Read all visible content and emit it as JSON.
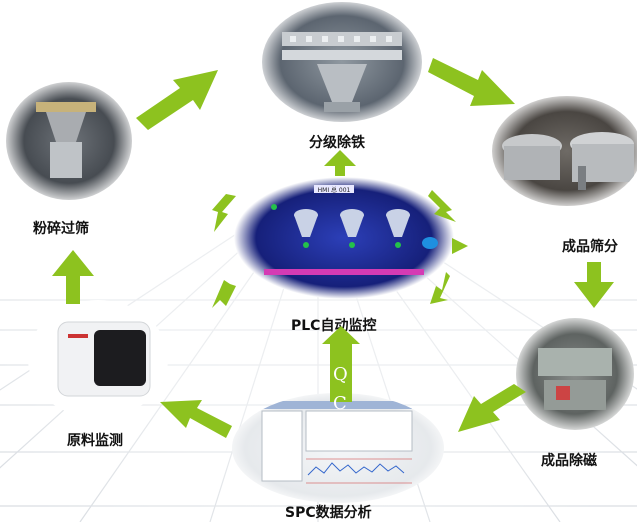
{
  "nodes": {
    "grading_iron_removal": "分级除铁",
    "finished_sieving": "成品筛分",
    "finished_demagnetize": "成品除磁",
    "spc_analysis": "SPC数据分析",
    "raw_monitor": "原料监测",
    "crush_sieve": "粉碎过筛",
    "plc_monitor": "PLC自动监控"
  },
  "qc": {
    "q": "Q",
    "c": "C"
  },
  "colors": {
    "arrow": "#8dc21f",
    "label": "#111111",
    "qc_bar": "#8dc21f"
  },
  "plc_panel_title": "HMI 总 001"
}
